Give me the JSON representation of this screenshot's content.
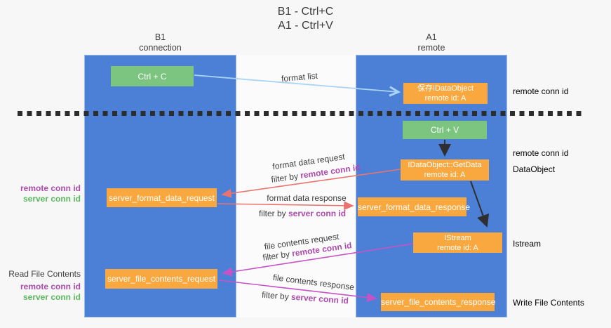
{
  "title": {
    "line1": "B1 - Ctrl+C",
    "line2": "A1 - Ctrl+V"
  },
  "columns": {
    "left": {
      "name": "B1",
      "subtitle": "connection"
    },
    "right": {
      "name": "A1",
      "subtitle": "remote"
    }
  },
  "nodes": {
    "ctrl_c": {
      "label": "Ctrl + C"
    },
    "ctrl_v": {
      "label": "Ctrl + V"
    },
    "save_dataobject": {
      "line1": "保存IDataObject",
      "line2": "remote id: A"
    },
    "getdata": {
      "line1": "IDataObject::GetData",
      "line2": "remote id: A"
    },
    "istream": {
      "line1": "IStream",
      "line2": "remote id: A"
    },
    "format_request": {
      "label": "server_format_data_request"
    },
    "format_response": {
      "label": "server_format_data_response"
    },
    "file_request": {
      "label": "server_file_contents_request"
    },
    "file_response": {
      "label": "server_file_contents_response"
    }
  },
  "arrow_labels": {
    "format_list": "format list",
    "format_data_request": "format data request",
    "filter_by_remote_1": {
      "prefix": "filter by ",
      "highlight": "remote conn id"
    },
    "format_data_response": "format data response",
    "filter_by_server_1": {
      "prefix": "filter by ",
      "highlight": "server conn id"
    },
    "file_contents_request": "file contents request",
    "filter_by_remote_2": {
      "prefix": "filter by ",
      "highlight": "remote conn id"
    },
    "file_contents_response": "file contents response",
    "filter_by_server_2": {
      "prefix": "filter by ",
      "highlight": "server conn id"
    }
  },
  "side_labels": {
    "left_top": {
      "remote": "remote conn id",
      "server": "server conn id"
    },
    "left_bottom": {
      "read": "Read File Contents",
      "remote": "remote conn id",
      "server": "server conn id"
    },
    "right": {
      "remote_1": "remote conn id",
      "remote_2": "remote conn id",
      "dataobject": "DataObject",
      "istream": "Istream",
      "write": "Write File Contents"
    }
  },
  "colors": {
    "column_blue": "#4c80d6",
    "box_green": "#7cc580",
    "box_orange": "#f8a83e",
    "arrow_blue": "#a9d4f5",
    "arrow_black": "#2f2f2f",
    "arrow_salmon": "#e9746f",
    "arrow_magenta": "#c653c6",
    "text_purple": "#ad4bad",
    "text_green": "#5cb860"
  }
}
